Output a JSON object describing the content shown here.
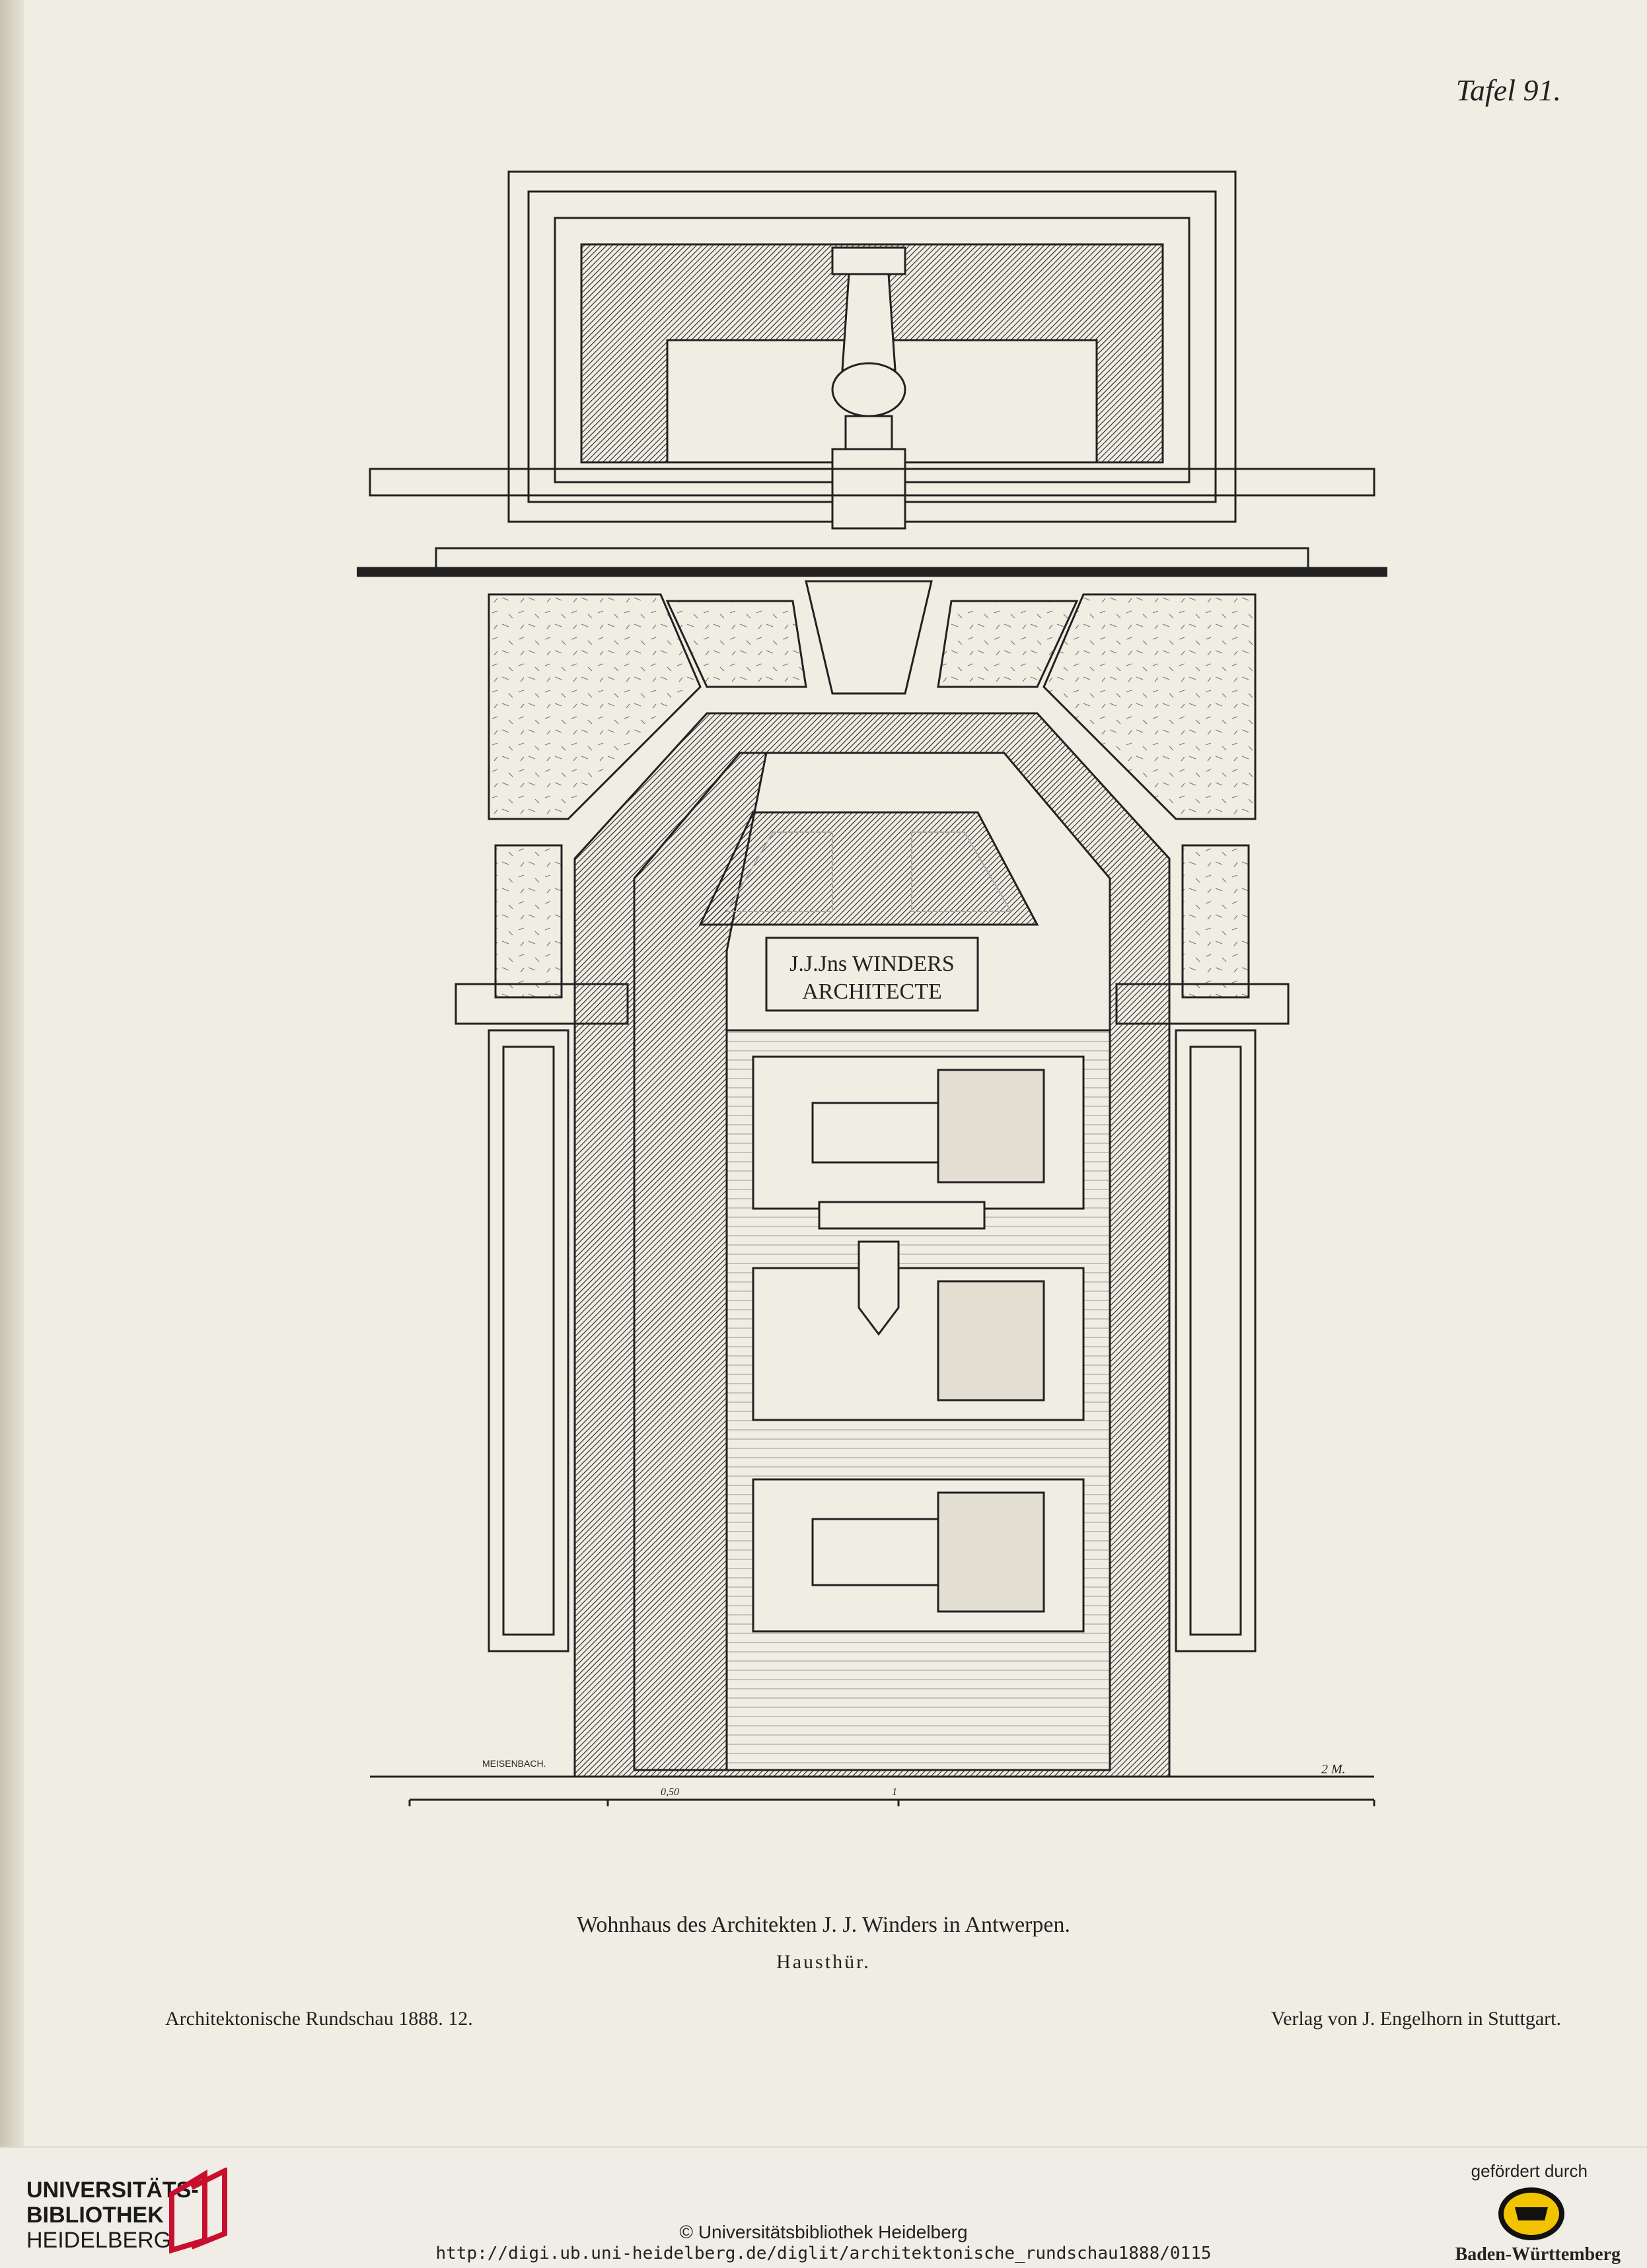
{
  "plate": {
    "number": "Tafel 91."
  },
  "drawing": {
    "signature": "MEISENBACH.",
    "nameplate_line1": "J.J.Jns WINDERS",
    "nameplate_line2": "ARCHITECTE",
    "scale_labels": [
      "0,50",
      "1",
      "2 M."
    ]
  },
  "caption": {
    "title": "Wohnhaus des Architekten J. J. Winders in Antwerpen.",
    "subtitle": "Hausthür."
  },
  "footer_line": {
    "left": "Architektonische Rundschau 1888. 12.",
    "right": "Verlag von J. Engelhorn in Stuttgart."
  },
  "site_footer": {
    "library_line1": "UNIVERSITÄTS-",
    "library_line2": "BIBLIOTHEK",
    "library_line3": "HEIDELBERG",
    "copyright": "© Universitätsbibliothek Heidelberg",
    "url": "http://digi.ub.uni-heidelberg.de/diglit/architektonische_rundschau1888/0115",
    "sponsor_label": "gefördert durch",
    "sponsor_name": "Baden-Württemberg"
  },
  "colors": {
    "logo_red": "#c8102e",
    "ink": "#1a1a1a",
    "paper": "#f0ede3"
  }
}
